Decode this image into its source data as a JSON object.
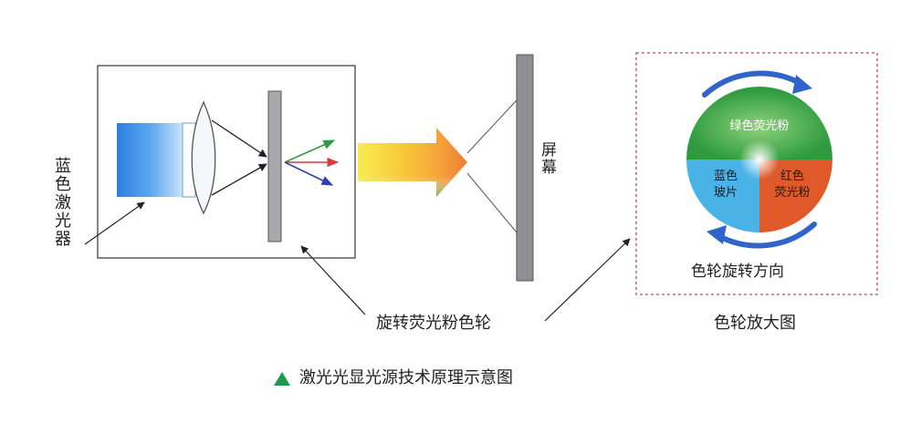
{
  "labels": {
    "blue_laser": "蓝色激光器",
    "screen": "屏幕",
    "rotating_wheel": "旋转荧光粉色轮",
    "wheel_zoom": "色轮放大图",
    "rotation_direction": "色轮旋转方向",
    "caption": "激光光显光源技术原理示意图"
  },
  "color_wheel": {
    "green_segment": "绿色荧光粉",
    "blue_segment": "蓝色\n玻片",
    "red_segment": "红色\n荧光粉"
  },
  "colors": {
    "laser_blue": "#3d8fe0",
    "wheel_green": "#2f9b3f",
    "wheel_blue": "#49b3e8",
    "wheel_red": "#e0592a",
    "arrow_blue": "#2f64c8",
    "zoom_border": "#c44a4a",
    "caption_triangle": "#1e9a4a"
  },
  "icons": {
    "caption_marker": "triangle-icon"
  }
}
